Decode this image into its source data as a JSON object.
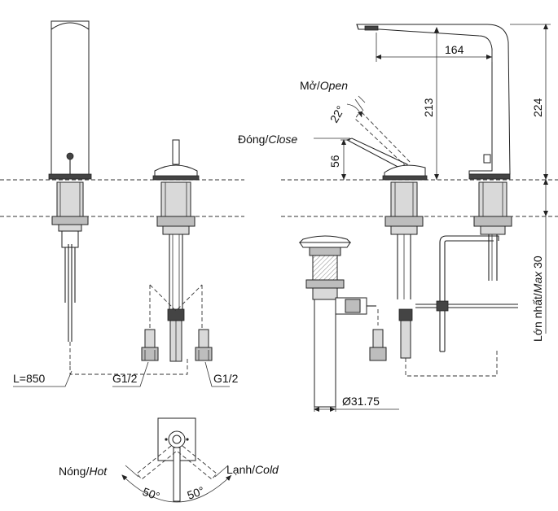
{
  "labels": {
    "open_vi": "Mở/",
    "open_en": "Open",
    "close_vi": "Đóng/",
    "close_en": "Close",
    "angle_22": "22°",
    "dim_56": "56",
    "dim_164": "164",
    "dim_213": "213",
    "dim_224": "224",
    "max_vi": "Lớn nhất/",
    "max_en": "Max",
    "max_val": " 30",
    "hose_length": "L=850",
    "thread_left": "G1/2",
    "thread_right": "G1/2",
    "drain_diameter": "Ø31.75",
    "hot_vi": "Nóng/",
    "hot_en": "Hot",
    "cold_vi": "Lạnh/",
    "cold_en": "Cold",
    "angle_hot": "50°",
    "angle_cold": "50°"
  }
}
